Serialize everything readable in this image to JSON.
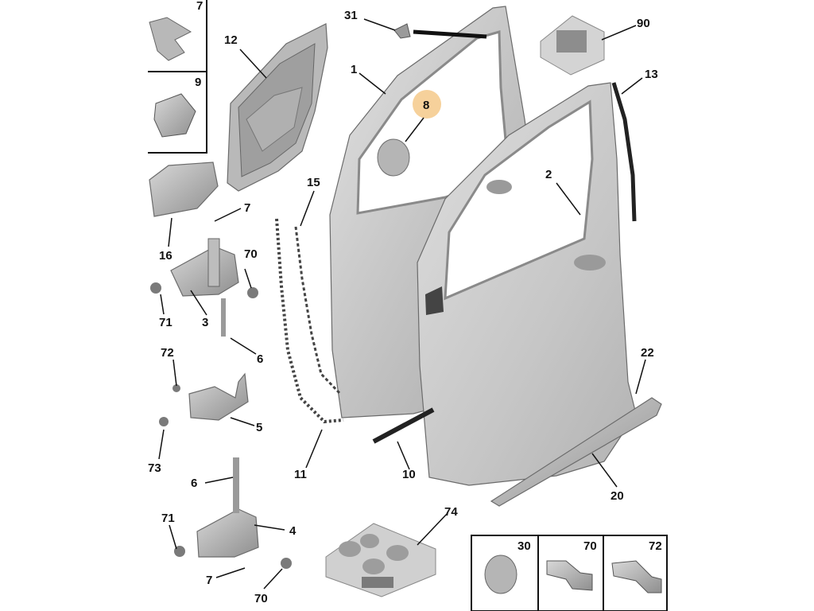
{
  "diagram": {
    "highlight_color": "#f5c98a",
    "part_color": "#c9c9c9",
    "callouts": [
      {
        "id": "31"
      },
      {
        "id": "90"
      },
      {
        "id": "12"
      },
      {
        "id": "1"
      },
      {
        "id": "8"
      },
      {
        "id": "13"
      },
      {
        "id": "9"
      },
      {
        "id": "7a",
        "text": "7"
      },
      {
        "id": "15"
      },
      {
        "id": "2"
      },
      {
        "id": "16"
      },
      {
        "id": "7b",
        "text": "7"
      },
      {
        "id": "70a",
        "text": "70"
      },
      {
        "id": "71a",
        "text": "71"
      },
      {
        "id": "3"
      },
      {
        "id": "6a",
        "text": "6"
      },
      {
        "id": "72a",
        "text": "72"
      },
      {
        "id": "22"
      },
      {
        "id": "5"
      },
      {
        "id": "73"
      },
      {
        "id": "11"
      },
      {
        "id": "10"
      },
      {
        "id": "20"
      },
      {
        "id": "6b",
        "text": "6"
      },
      {
        "id": "74"
      },
      {
        "id": "71b",
        "text": "71"
      },
      {
        "id": "4"
      },
      {
        "id": "7c",
        "text": "7"
      },
      {
        "id": "70b",
        "text": "70"
      },
      {
        "id": "30"
      },
      {
        "id": "70c",
        "text": "70"
      },
      {
        "id": "72b",
        "text": "72"
      }
    ]
  }
}
